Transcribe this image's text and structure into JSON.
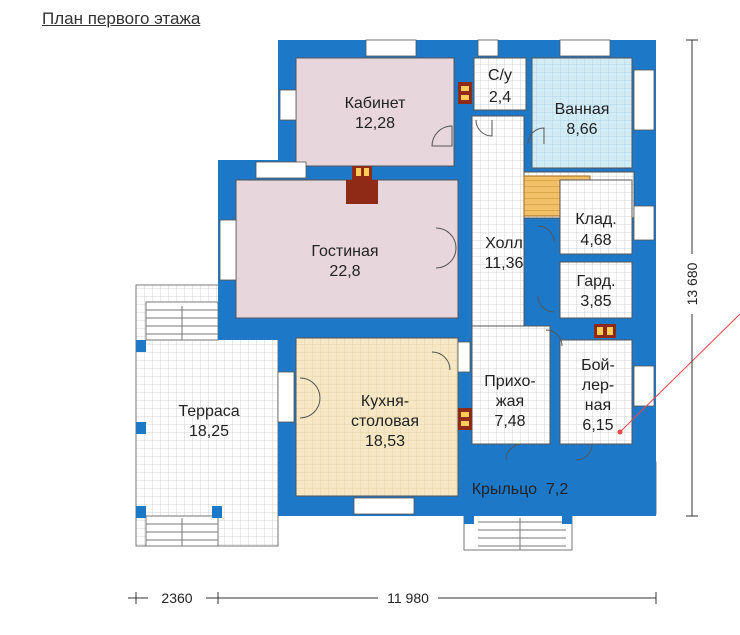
{
  "title": "План первого этажа",
  "rooms": [
    {
      "id": "kabinet",
      "name": "Кабинет",
      "area": "12,28"
    },
    {
      "id": "su",
      "name": "С/у",
      "area": "2,4"
    },
    {
      "id": "vannaya",
      "name": "Ванная",
      "area": "8,66"
    },
    {
      "id": "gostinaya",
      "name": "Гостиная",
      "area": "22,8"
    },
    {
      "id": "holl",
      "name": "Холл",
      "area": "11,36"
    },
    {
      "id": "klad",
      "name": "Клад.",
      "area": "4,68"
    },
    {
      "id": "gard",
      "name": "Гард.",
      "area": "3,85"
    },
    {
      "id": "terrasa",
      "name": "Терраса",
      "area": "18,25"
    },
    {
      "id": "kuhnya",
      "name_line1": "Кухня-",
      "name_line2": "столовая",
      "area": "18,53"
    },
    {
      "id": "prihozhaya",
      "name_line1": "Прихо-",
      "name_line2": "жая",
      "area": "7,48"
    },
    {
      "id": "boylernaya",
      "name_line1": "Бой-",
      "name_line2": "лер-",
      "name_line3": "ная",
      "area": "6,15"
    },
    {
      "id": "kryltso",
      "name": "Крыльцо",
      "area": "7,2"
    }
  ],
  "dimensions": {
    "terrace_width": "2360",
    "house_width": "11 980",
    "house_height": "13 680"
  },
  "colors": {
    "wall": "#1e78c8",
    "wall_dark": "#0b5aa8",
    "room_pink": "#e8d6dd",
    "room_blue": "#d2ecf6",
    "room_beige": "#f6e8c4",
    "room_white": "#ffffff",
    "grid": "#c6c6c6",
    "chimney": "#8f2a16",
    "stairs": "#f2c068",
    "leader": "#e84646"
  }
}
